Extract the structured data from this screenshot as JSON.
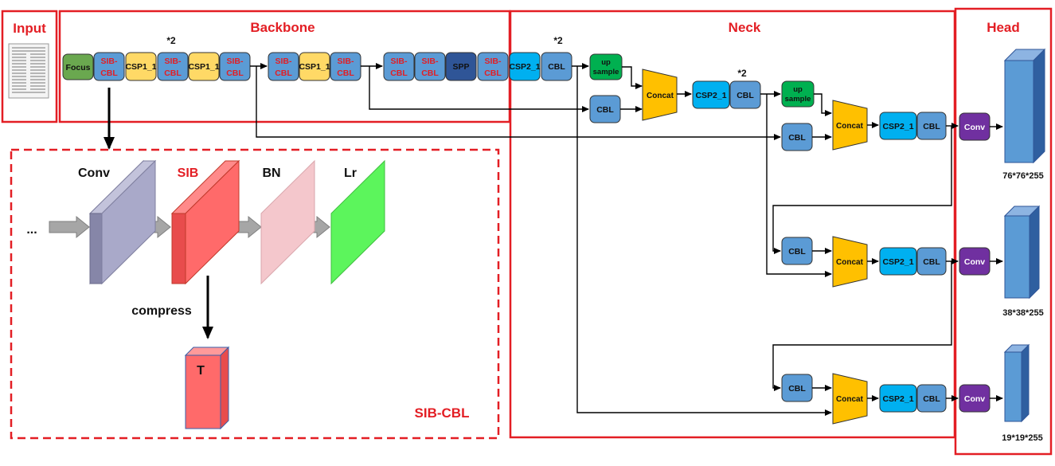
{
  "sections": {
    "input": "Input",
    "backbone": "Backbone",
    "neck": "Neck",
    "head": "Head",
    "sib_cbl": "SIB-CBL"
  },
  "repeat_labels": [
    "*2",
    "*2",
    "*2"
  ],
  "blocks": {
    "focus": "Focus",
    "sib_cbl": [
      "SIB-",
      "CBL"
    ],
    "csp1_1": "CSP1_1",
    "spp": "SPP",
    "csp2_1": "CSP2_1",
    "cbl": "CBL",
    "upsample": [
      "up",
      "sample"
    ],
    "concat": "Concat",
    "conv": "Conv"
  },
  "detail": {
    "ellipsis": "...",
    "conv": "Conv",
    "sib": "SIB",
    "bn": "BN",
    "lr": "Lr",
    "compress": "compress",
    "t": "T"
  },
  "outputs": [
    "76*76*255",
    "38*38*255",
    "19*19*255"
  ],
  "colors": {
    "frame_red": "#e31e24",
    "focus": "#6aa84f",
    "sib_cbl": "#5b9bd5",
    "csp1": "#ffd966",
    "spp": "#2f5597",
    "csp2": "#00b0f0",
    "upsample": "#00b050",
    "concat": "#ffc000",
    "conv": "#7030a0",
    "head_block": "#5b9bd5"
  }
}
